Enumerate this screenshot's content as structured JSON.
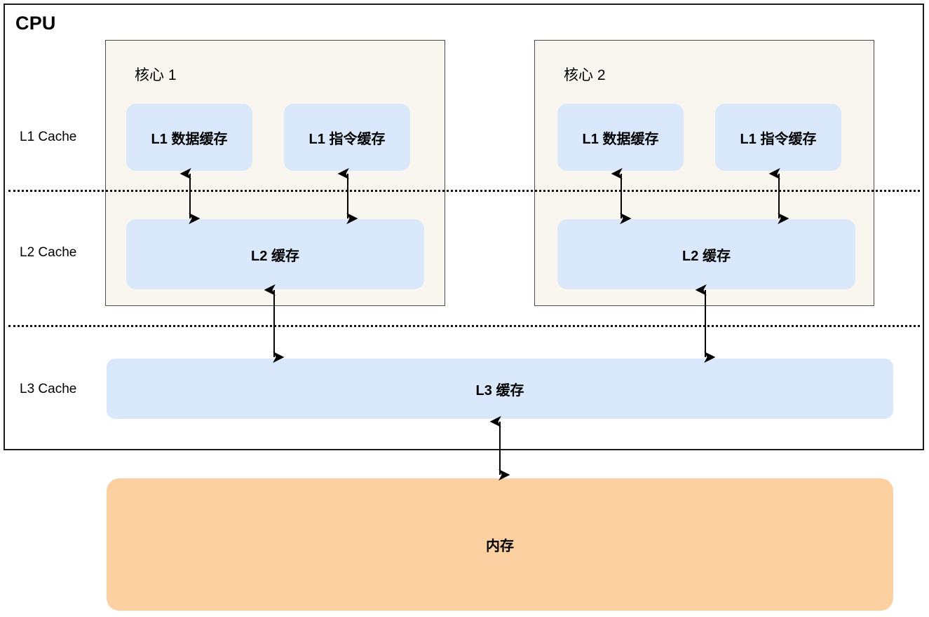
{
  "diagram": {
    "title": "CPU",
    "level_labels": [
      {
        "id": "l1",
        "text": "L1 Cache"
      },
      {
        "id": "l2",
        "text": "L2 Cache"
      },
      {
        "id": "l3",
        "text": "L3 Cache"
      }
    ],
    "cores": [
      {
        "title": "核心 1",
        "l1_data": "L1 数据缓存",
        "l1_instruction": "L1 指令缓存",
        "l2": "L2 缓存"
      },
      {
        "title": "核心 2",
        "l1_data": "L1 数据缓存",
        "l1_instruction": "L1 指令缓存",
        "l2": "L2 缓存"
      }
    ],
    "l3_cache": "L3 缓存",
    "memory": "内存",
    "colors": {
      "cpu_border": "#1a1a1a",
      "core_background": "#f9f6ef",
      "core_border": "#4d4d4d",
      "cache_fill": "#dae8fc",
      "memory_fill": "#fcd0a1",
      "arrow": "#000000",
      "separator": "#111111",
      "text": "#000000",
      "page_background": "#ffffff"
    }
  }
}
